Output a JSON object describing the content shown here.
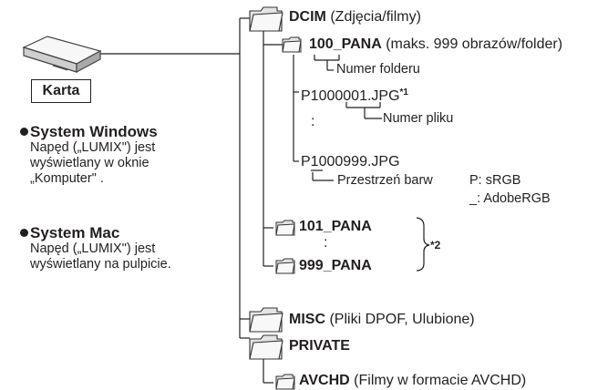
{
  "card": {
    "label": "Karta"
  },
  "os": [
    {
      "title": "System Windows",
      "desc_lines": [
        "Napęd („LUMIX\") jest",
        "wyświetlany w oknie",
        "„Komputer\" ."
      ]
    },
    {
      "title": "System Mac",
      "desc_lines": [
        "Napęd („LUMIX\") jest",
        "wyświetlany na pulpicie."
      ]
    }
  ],
  "tree": {
    "dcim": {
      "name": "DCIM",
      "note": "(Zdjęcia/filmy)"
    },
    "pana100": {
      "name": "100_PANA",
      "note": "(maks. 999 obrazów/folder)"
    },
    "folder_number_label": "Numer folderu",
    "file1": "P1000001.JPG",
    "file1_mark": "*1",
    "file_number_label": "Numer pliku",
    "colon": ":",
    "file999": "P1000999.JPG",
    "color_space_label": "Przestrzeń barw",
    "srgb": "P: sRGB",
    "adobergb": "_: AdobeRGB",
    "pana101": "101_PANA",
    "pana999": "999_PANA",
    "brace_mark": "*2",
    "misc": {
      "name": "MISC",
      "note": "(Pliki DPOF, Ulubione)"
    },
    "private": {
      "name": "PRIVATE"
    },
    "avchd": {
      "name": "AVCHD",
      "note": "(Filmy w formacie AVCHD)"
    }
  }
}
